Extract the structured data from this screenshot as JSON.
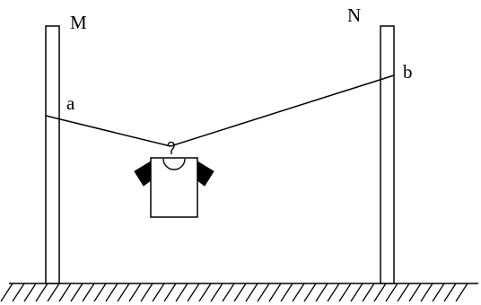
{
  "labels": {
    "pole_left": "M",
    "pole_right": "N",
    "point_left": "a",
    "point_right": "b"
  },
  "icons": {
    "garment": "tshirt-on-hanger-icon",
    "ground": "hatched-ground-icon"
  }
}
